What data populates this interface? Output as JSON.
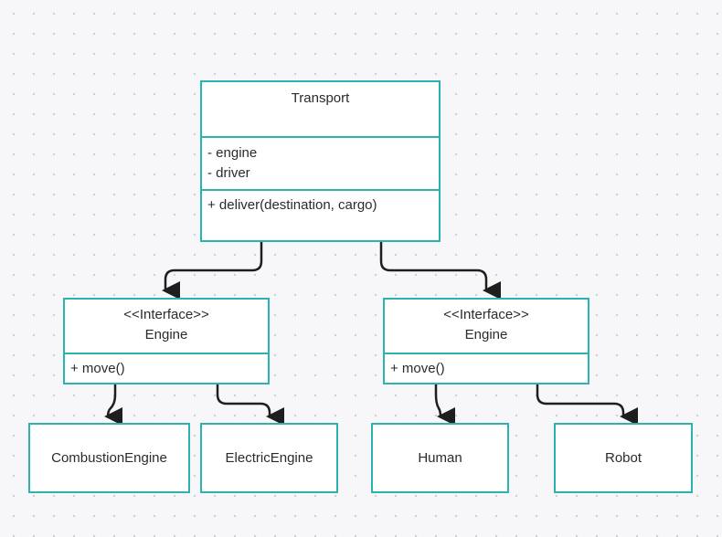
{
  "diagram": {
    "transport": {
      "name": "Transport",
      "attributes": [
        "-  engine",
        "-  driver"
      ],
      "methods": [
        "+ deliver(destination, cargo)"
      ]
    },
    "engine_left": {
      "stereotype": "<<Interface>>",
      "name": "Engine",
      "methods": [
        "+ move()"
      ]
    },
    "engine_right": {
      "stereotype": "<<Interface>>",
      "name": "Engine",
      "methods": [
        "+ move()"
      ]
    },
    "leaves": {
      "combustion": "CombustionEngine",
      "electric": "ElectricEngine",
      "human": "Human",
      "robot": "Robot"
    }
  },
  "colors": {
    "border": "#2bb3b1",
    "connector": "#1e1e1e",
    "background": "#f7f7f9"
  }
}
